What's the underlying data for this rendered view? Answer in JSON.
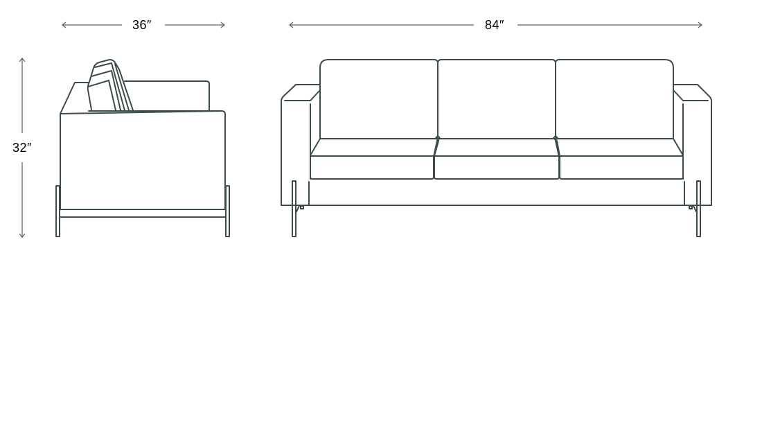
{
  "colors": {
    "line": "#3c4d43",
    "dimension": "#5a6a60",
    "background": "#ffffff"
  },
  "side_view": {
    "depth_label": "36″",
    "height_label": "32″"
  },
  "front_view": {
    "width_label": "84″",
    "seat_count": 3
  }
}
